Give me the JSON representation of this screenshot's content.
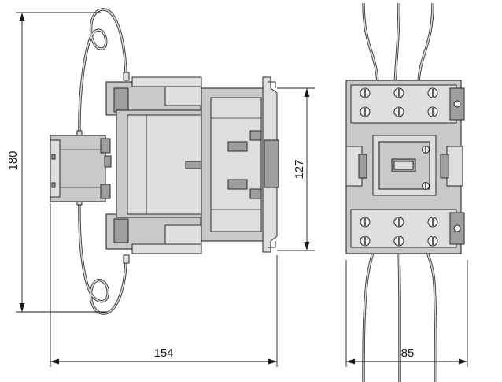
{
  "dimensions": {
    "height_overall": "180",
    "height_body": "127",
    "width_side": "154",
    "width_front": "85"
  }
}
